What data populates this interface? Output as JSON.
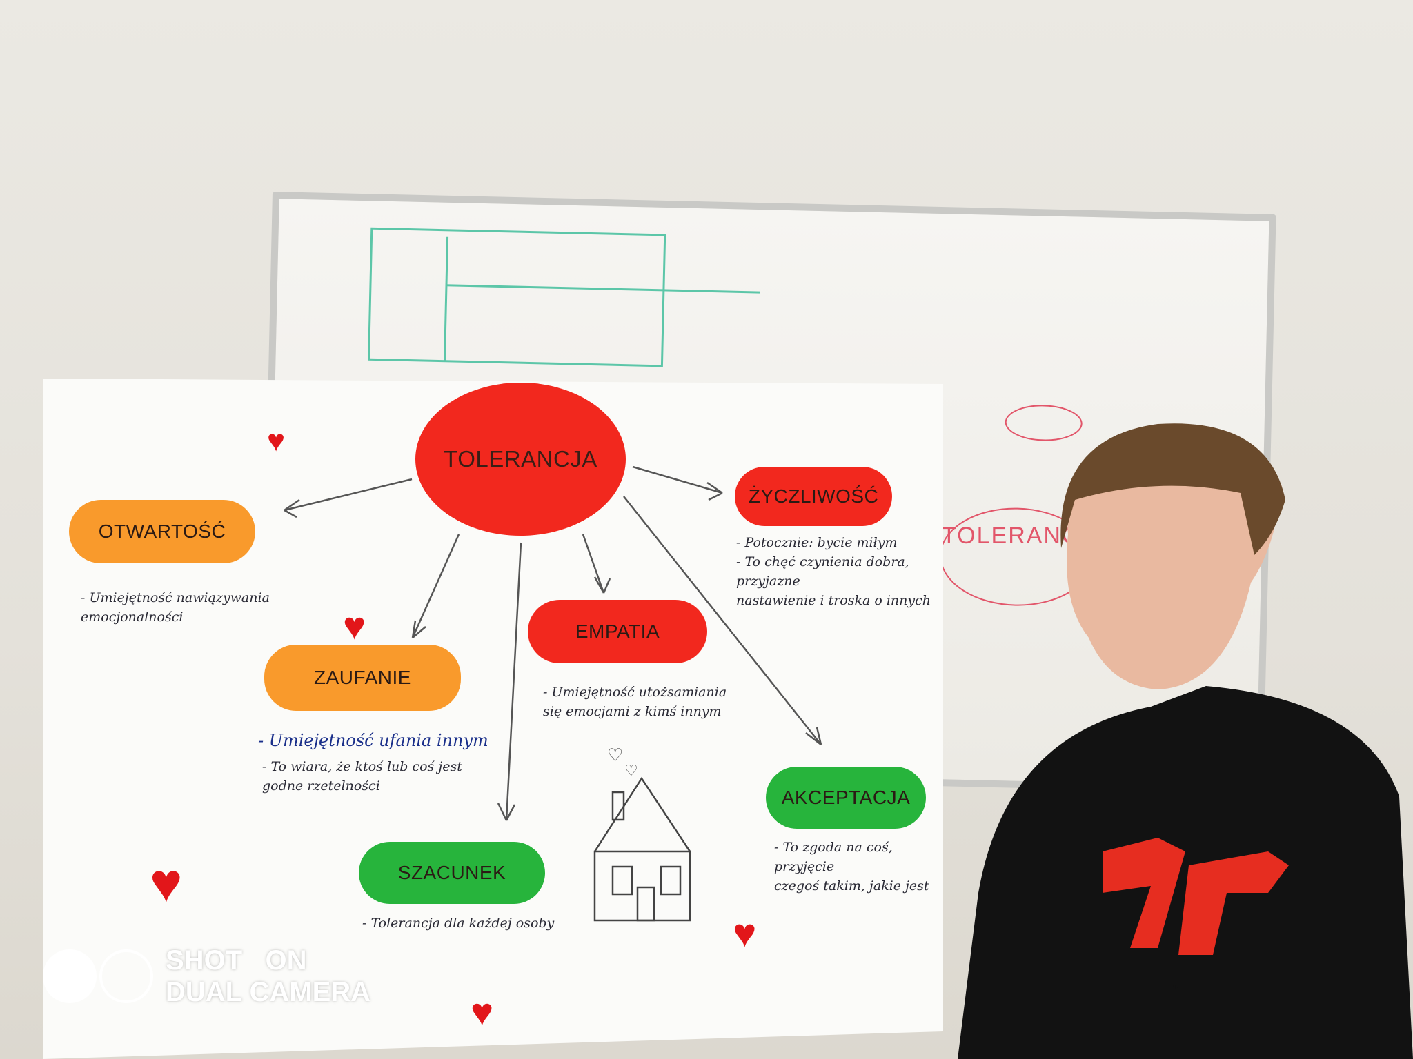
{
  "poster": {
    "center": "TOLERANCJA",
    "nodes": {
      "otwartosc": "OTWARTOŚĆ",
      "zyczliwosc": "ŻYCZLIWOŚĆ",
      "zaufanie": "ZAUFANIE",
      "empatia": "EMPATIA",
      "akceptacja": "AKCEPTACJA",
      "szacunek": "SZACUNEK"
    },
    "notes": {
      "otwartosc": "- Umiejętność nawiązywania\nemocjonalności",
      "zyczliwosc": "- Potocznie: bycie miłym\n- To chęć czynienia dobra, przyjazne\nnastawienie i troska o innych",
      "zaufanie_title": "- Umiejętność ufania innym",
      "zaufanie": "- To wiara, że ktoś lub coś jest\ngodne rzetelności",
      "empatia": "- Umiejętność utożsamiania\nsię emocjami z kimś innym",
      "akceptacja": "- To zgoda na coś, przyjęcie\nczegoś takim, jakie jest",
      "szacunek": "- Tolerancja dla każdej osoby"
    }
  },
  "whiteboard": {
    "text": "TOLERANCJA"
  },
  "shirt_logo": "4F",
  "watermark": {
    "line1": "SHOT   ON",
    "line2": "DUAL CAMERA"
  },
  "colors": {
    "center": "#f2281e",
    "orange": "#f99a2c",
    "red": "#f2281e",
    "green": "#27b43c",
    "heart": "#e2161a"
  }
}
